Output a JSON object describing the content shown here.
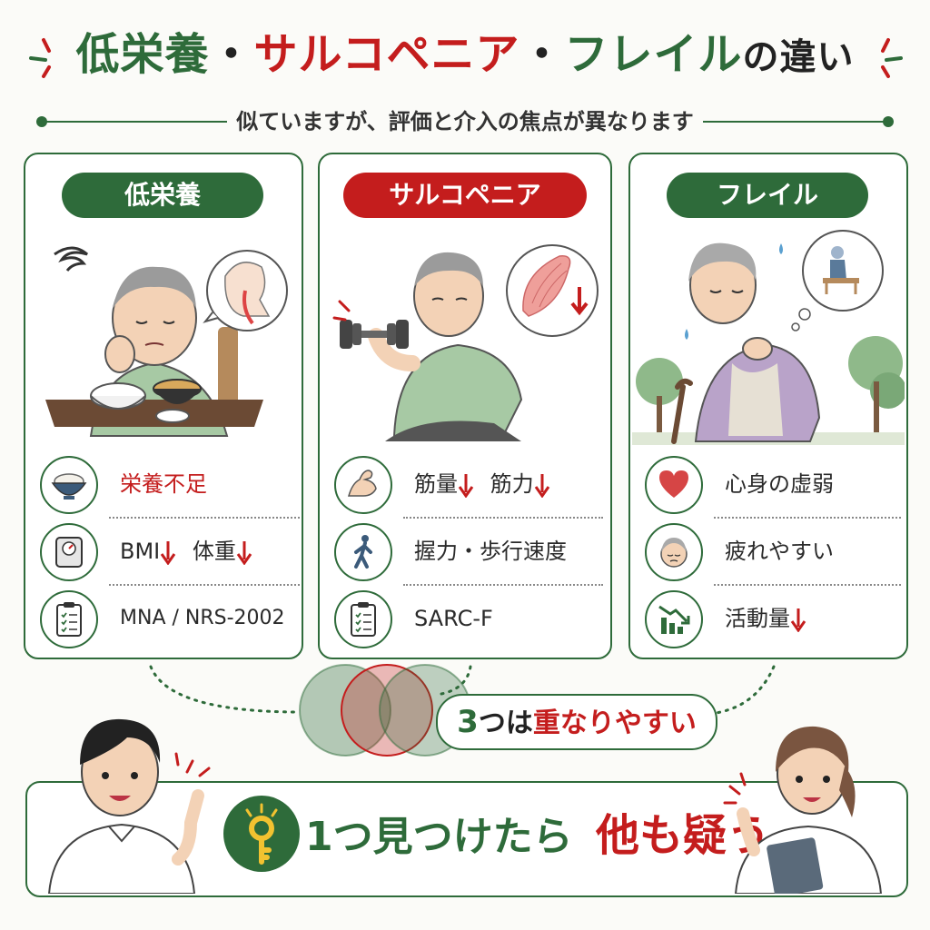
{
  "title": {
    "part1": "低栄養",
    "sep1": "・",
    "part2": "サルコペニア",
    "sep2": "・",
    "part3": "フレイル",
    "part4": "の違い"
  },
  "subtitle": "似ていますが、評価と介入の焦点が異なります",
  "cards": [
    {
      "label": "低栄養",
      "rows": [
        {
          "icon": "rice-bowl-icon",
          "text": "栄養不足"
        },
        {
          "icon": "scale-icon",
          "text_a": "BMI",
          "text_b": "体重"
        },
        {
          "icon": "clipboard-icon",
          "text": "MNA / NRS-2002"
        }
      ]
    },
    {
      "label": "サルコペニア",
      "rows": [
        {
          "icon": "flexed-arm-icon",
          "text_a": "筋量",
          "text_b": "筋力"
        },
        {
          "icon": "walking-person-icon",
          "text": "握力・歩行速度"
        },
        {
          "icon": "clipboard-icon",
          "text": "SARC-F"
        }
      ]
    },
    {
      "label": "フレイル",
      "rows": [
        {
          "icon": "heart-icon",
          "text": "心身の虚弱"
        },
        {
          "icon": "tired-face-icon",
          "text": "疲れやすい"
        },
        {
          "icon": "declining-chart-icon",
          "text": "活動量"
        }
      ]
    }
  ],
  "overlap": {
    "num": "3",
    "a": "つは",
    "b": "重なりやすい"
  },
  "banner": {
    "a": "1つ見つけたら",
    "b": "他も疑う"
  },
  "colors": {
    "green": "#2e6b3a",
    "red": "#c41d1d"
  }
}
